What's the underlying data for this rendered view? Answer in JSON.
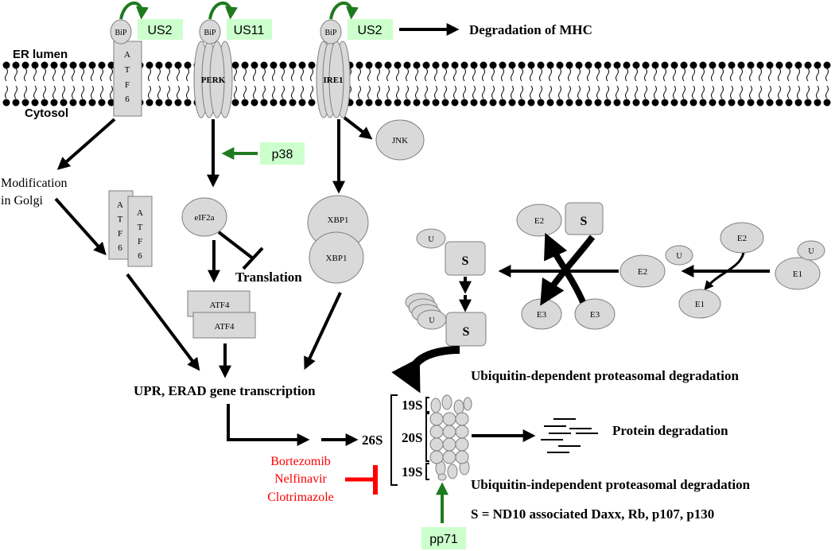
{
  "compartments": {
    "er_lumen": "ER lumen",
    "cytosol": "Cytosol"
  },
  "er_proteins": {
    "bip": "BiP",
    "atf6_letters": [
      "A",
      "T",
      "F",
      "6"
    ],
    "perk": "PERK",
    "ire1": "IRE1"
  },
  "viral_proteins": {
    "us2_left": "US2",
    "us11": "US11",
    "us2_right": "US2",
    "p38": "p38",
    "pp71": "pp71"
  },
  "labels": {
    "degradation_mhc": "Degradation of MHC",
    "modification_line1": "Modification",
    "modification_line2": "in Golgi",
    "jnk": "JNK",
    "eif2a": "eIF2a",
    "translation": "Translation",
    "atf4": "ATF4",
    "xbp1": "XBP1",
    "upr": "UPR, ERAD gene transcription",
    "label_26s": "26S",
    "label_19s": "19S",
    "label_20s": "20S",
    "protein_degradation": "Protein degradation",
    "ub_dependent": "Ubiquitin-dependent proteasomal degradation",
    "ub_independent": "Ubiquitin-independent proteasomal degradation",
    "s_definition": "S = ND10 associated Daxx, Rb, p107, p130"
  },
  "ubiquitin": {
    "u": "U",
    "s": "S",
    "e1": "E1",
    "e2": "E2",
    "e3": "E3"
  },
  "inhibitors": [
    "Bortezomib",
    "Nelfinavir",
    "Clotrimazole"
  ],
  "colors": {
    "viral_box": "#ccffcc",
    "activation_arrow": "#1e7a1e",
    "inhibitor": "#ff0000",
    "shape_fill": "#d9d9d9",
    "shape_stroke": "#7f7f7f"
  }
}
